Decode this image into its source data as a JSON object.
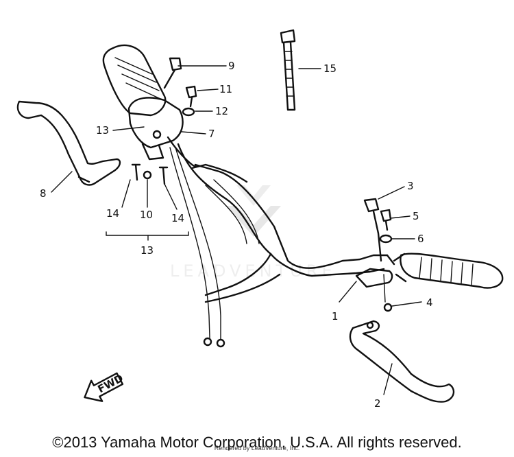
{
  "watermark": {
    "text": "LEADVENTURE"
  },
  "fwd_label": "FWD",
  "callouts": [
    "1",
    "2",
    "3",
    "4",
    "5",
    "6",
    "7",
    "8",
    "9",
    "10",
    "11",
    "12",
    "13",
    "13",
    "14",
    "14",
    "15"
  ],
  "footer": {
    "copyright": "©2013 Yamaha Motor Corporation, U.S.A. All rights reserved.",
    "rendered": "Rendered by LeadVenture, Inc."
  }
}
